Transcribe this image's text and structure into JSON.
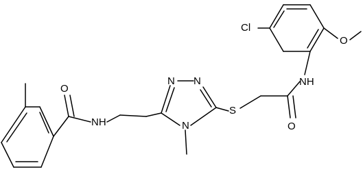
{
  "molecule": {
    "atom_labels": {
      "chloro": "Cl",
      "methoxy_o": "O",
      "methoxy_c": "CH3",
      "anilide_nh": "NH",
      "acetamide_o": "O",
      "thioether_s": "S",
      "triazole_n1": "N",
      "triazole_n2": "N",
      "triazole_n4": "N",
      "n_methyl": "CH3",
      "benzamide_o": "O",
      "benzamide_nh": "NH",
      "aryl_methyl": "CH3"
    },
    "display_labels": {
      "chloro": "Cl",
      "methoxy_o": "O",
      "anilide_nh": "NH",
      "acetamide_o": "O",
      "thioether_s": "S",
      "triazole_n1": "N",
      "triazole_n2": "N",
      "triazole_n4": "N",
      "benzamide_o": "O",
      "benzamide_nh": "NH"
    }
  },
  "colors": {
    "bond": "#000000",
    "text": "#000000",
    "background": "#ffffff"
  }
}
